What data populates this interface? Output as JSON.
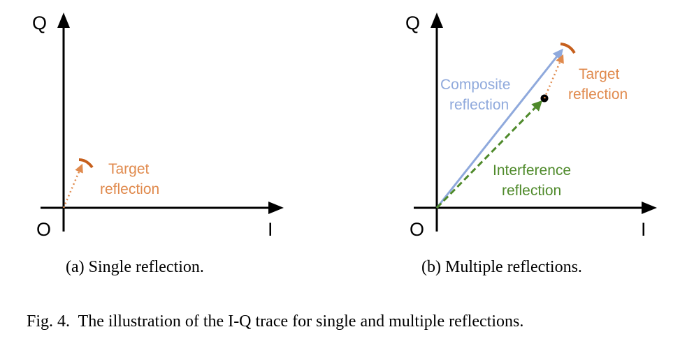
{
  "panels": [
    {
      "axis_y": "Q",
      "axis_x": "I",
      "origin": "O",
      "target_label_line1": "Target",
      "target_label_line2": "reflection",
      "caption": "(a) Single reflection."
    },
    {
      "axis_y": "Q",
      "axis_x": "I",
      "origin": "O",
      "composite_label_line1": "Composite",
      "composite_label_line2": "reflection",
      "target_label_line1": "Target",
      "target_label_line2": "reflection",
      "interference_label_line1": "Interference",
      "interference_label_line2": "reflection",
      "caption": "(b) Multiple reflections."
    }
  ],
  "figure_caption": "Fig. 4.  The illustration of the I-Q trace for single and multiple reflections.",
  "colors": {
    "axis": "#000000",
    "target": "#c65f1c",
    "target_text": "#e08a4d",
    "composite": "#8fa9dc",
    "interference": "#4f8a2b"
  }
}
